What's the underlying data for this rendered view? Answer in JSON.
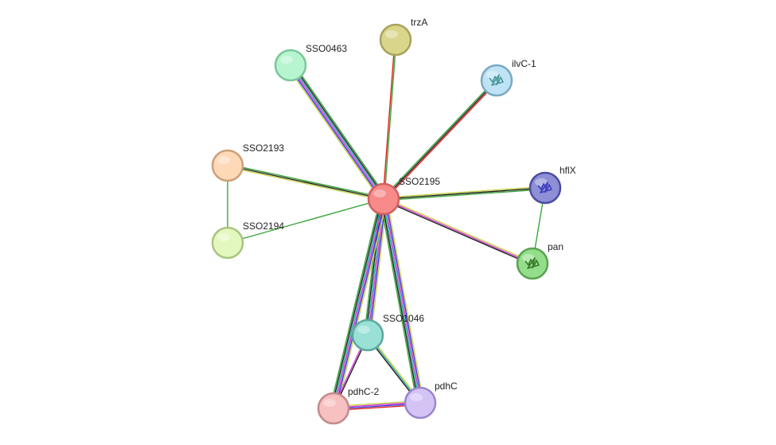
{
  "network": {
    "nodes": [
      {
        "id": "SSO2195",
        "label": "SSO2195",
        "fill": "#f88a8a",
        "stroke": "#d06060",
        "icon": "none"
      },
      {
        "id": "trzA",
        "label": "trzA",
        "fill": "#d9d68c",
        "stroke": "#a7a35c",
        "icon": "none"
      },
      {
        "id": "SSO0463",
        "label": "SSO0463",
        "fill": "#b6f5cf",
        "stroke": "#7cc79a",
        "icon": "none"
      },
      {
        "id": "ilvC-1",
        "label": "ilvC-1",
        "fill": "#bfe3f5",
        "stroke": "#7aa9c2",
        "icon": "protein-structure-icon"
      },
      {
        "id": "SSO2193",
        "label": "SSO2193",
        "fill": "#fdd9b8",
        "stroke": "#cda07a",
        "icon": "none"
      },
      {
        "id": "hflX",
        "label": "hflX",
        "fill": "#8f8fd8",
        "stroke": "#4c4c9e",
        "icon": "protein-structure-icon"
      },
      {
        "id": "SSO2194",
        "label": "SSO2194",
        "fill": "#e3f8bf",
        "stroke": "#a9c580",
        "icon": "none"
      },
      {
        "id": "pan",
        "label": "pan",
        "fill": "#94de8b",
        "stroke": "#5aa351",
        "icon": "protein-structure-icon"
      },
      {
        "id": "SSO1046",
        "label": "SSO1046",
        "fill": "#99e0d6",
        "stroke": "#5ba99d",
        "icon": "none"
      },
      {
        "id": "pdhC",
        "label": "pdhC",
        "fill": "#d4c4f6",
        "stroke": "#9a87cc",
        "icon": "none"
      },
      {
        "id": "pdhC-2",
        "label": "pdhC-2",
        "fill": "#f7c1c1",
        "stroke": "#c48a8a",
        "icon": "none"
      }
    ],
    "edges": [
      {
        "from": "SSO2195",
        "to": "trzA",
        "colors": [
          "#e02020",
          "#3aa53a"
        ]
      },
      {
        "from": "SSO2195",
        "to": "SSO0463",
        "colors": [
          "#c9d84a",
          "#3b3bd8",
          "#d63ad6",
          "#2aa7a7",
          "#222222",
          "#3aa53a"
        ]
      },
      {
        "from": "SSO2195",
        "to": "ilvC-1",
        "colors": [
          "#3aa53a",
          "#222222",
          "#e02020"
        ]
      },
      {
        "from": "SSO2195",
        "to": "SSO2193",
        "colors": [
          "#c9d84a",
          "#222222",
          "#3aa53a"
        ]
      },
      {
        "from": "SSO2195",
        "to": "hflX",
        "colors": [
          "#c9d84a",
          "#222222",
          "#3aa53a"
        ]
      },
      {
        "from": "SSO2195",
        "to": "SSO2194",
        "colors": [
          "#3aa53a"
        ]
      },
      {
        "from": "SSO2195",
        "to": "pan",
        "colors": [
          "#c9d84a",
          "#d63ad6",
          "#222222"
        ]
      },
      {
        "from": "SSO2195",
        "to": "SSO1046",
        "colors": [
          "#c9d84a",
          "#3b3bd8",
          "#d63ad6",
          "#2aa7a7",
          "#222222",
          "#3aa53a"
        ]
      },
      {
        "from": "SSO2195",
        "to": "pdhC",
        "colors": [
          "#c9d84a",
          "#3b3bd8",
          "#d63ad6",
          "#2aa7a7",
          "#222222",
          "#3aa53a"
        ]
      },
      {
        "from": "SSO2195",
        "to": "pdhC-2",
        "colors": [
          "#c9d84a",
          "#3b3bd8",
          "#d63ad6",
          "#2aa7a7",
          "#222222",
          "#3aa53a"
        ]
      },
      {
        "from": "SSO2193",
        "to": "SSO2194",
        "colors": [
          "#3aa53a"
        ]
      },
      {
        "from": "hflX",
        "to": "pan",
        "colors": [
          "#3aa53a"
        ]
      },
      {
        "from": "SSO1046",
        "to": "pdhC",
        "colors": [
          "#c9d84a",
          "#2aa7a7",
          "#222222"
        ]
      },
      {
        "from": "SSO1046",
        "to": "pdhC-2",
        "colors": [
          "#222222",
          "#d63ad6"
        ]
      },
      {
        "from": "pdhC",
        "to": "pdhC-2",
        "colors": [
          "#e02020",
          "#3b3bd8",
          "#d63ad6",
          "#c9d84a"
        ]
      }
    ]
  }
}
